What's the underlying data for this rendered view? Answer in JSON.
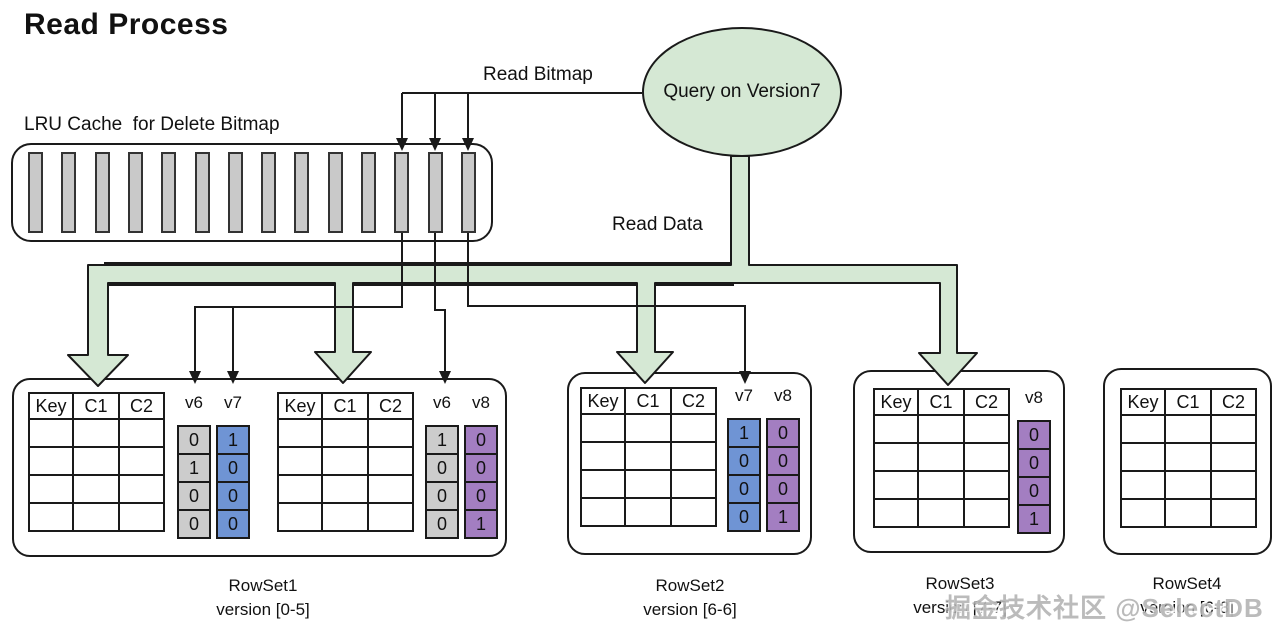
{
  "title": "Read Process",
  "labels": {
    "read_bitmap": "Read Bitmap",
    "lru_cache": "LRU Cache  for Delete Bitmap",
    "read_data": "Read Data"
  },
  "query_node": {
    "label": "Query on Version7"
  },
  "lru": {
    "bar_count": 14,
    "referenced_bars": [
      11,
      12,
      13
    ]
  },
  "table": {
    "headers": [
      "Key",
      "C1",
      "C2"
    ],
    "empty_rows": 4
  },
  "colors": {
    "green_fill": "#d5e8d4",
    "stroke": "#1a1a1a",
    "bar_gray": "#c9c9c9",
    "bitmap_gray": "#cccccc",
    "bitmap_blue": "#6f94d4",
    "bitmap_purple": "#a37ec1"
  },
  "rowsets": [
    {
      "name": "RowSet1",
      "version": "version [0-5]",
      "segments": [
        {
          "bitmaps": [
            {
              "label": "v6",
              "color_key": "bitmap_gray",
              "values": [
                0,
                1,
                0,
                0
              ]
            },
            {
              "label": "v7",
              "color_key": "bitmap_blue",
              "values": [
                1,
                0,
                0,
                0
              ]
            }
          ]
        },
        {
          "bitmaps": [
            {
              "label": "v6",
              "color_key": "bitmap_gray",
              "values": [
                1,
                0,
                0,
                0
              ]
            },
            {
              "label": "v8",
              "color_key": "bitmap_purple",
              "values": [
                0,
                0,
                0,
                1
              ]
            }
          ]
        }
      ]
    },
    {
      "name": "RowSet2",
      "version": "version [6-6]",
      "segments": [
        {
          "bitmaps": [
            {
              "label": "v7",
              "color_key": "bitmap_blue",
              "values": [
                1,
                0,
                0,
                0
              ]
            },
            {
              "label": "v8",
              "color_key": "bitmap_purple",
              "values": [
                0,
                0,
                0,
                1
              ]
            }
          ]
        }
      ]
    },
    {
      "name": "RowSet3",
      "version": "version [7-7]",
      "segments": [
        {
          "bitmaps": [
            {
              "label": "v8",
              "color_key": "bitmap_purple",
              "values": [
                0,
                0,
                0,
                1
              ]
            }
          ]
        }
      ]
    },
    {
      "name": "RowSet4",
      "version": "version [6-8]",
      "segments": [
        {
          "bitmaps": []
        }
      ]
    }
  ],
  "watermark": "掘金技术社区 @SelectDB"
}
